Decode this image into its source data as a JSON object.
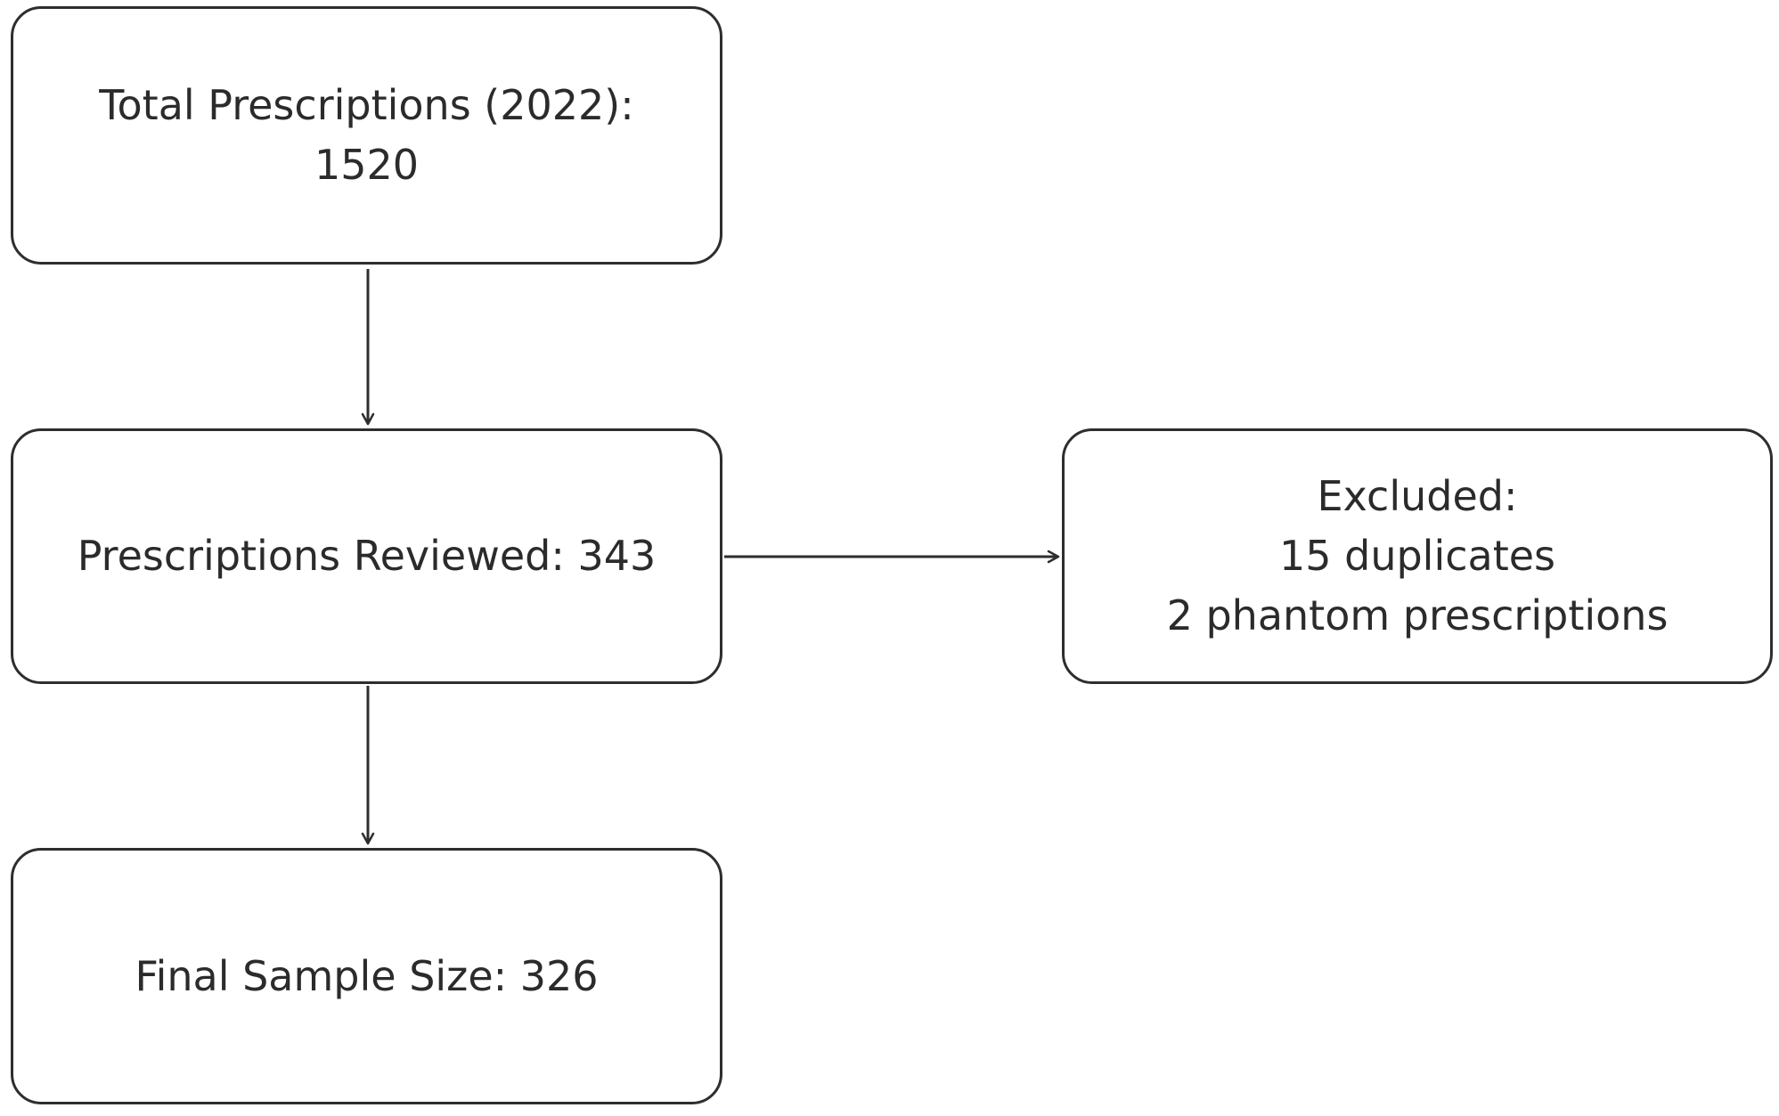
{
  "diagram": {
    "nodes": {
      "total": {
        "lines": [
          "Total Prescriptions (2022):",
          "1520"
        ]
      },
      "reviewed": {
        "lines": [
          "Prescriptions Reviewed: 343"
        ]
      },
      "excluded": {
        "lines": [
          "Excluded:",
          "15 duplicates",
          "2 phantom prescriptions"
        ]
      },
      "final": {
        "lines": [
          "Final Sample Size: 326"
        ]
      }
    },
    "edges": [
      {
        "from": "total",
        "to": "reviewed"
      },
      {
        "from": "reviewed",
        "to": "excluded"
      },
      {
        "from": "reviewed",
        "to": "final"
      }
    ],
    "colors": {
      "stroke": "#2e2e2e",
      "text": "#2b2b2b",
      "background": "#ffffff"
    }
  }
}
